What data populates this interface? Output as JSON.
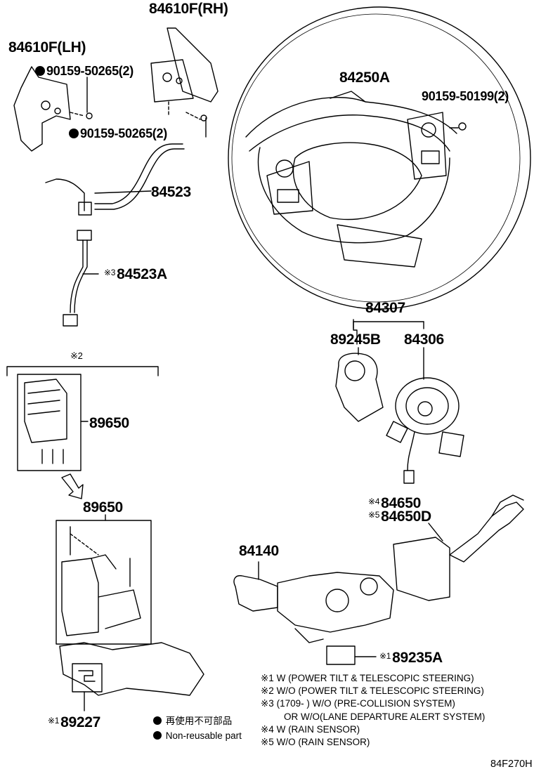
{
  "diagram": {
    "labels": {
      "paddle_rh": "84610F(RH)",
      "paddle_lh": "84610F(LH)",
      "screw_lh_top": "90159-50265(2)",
      "screw_lh_bottom": "90159-50265(2)",
      "wheel": "84250A",
      "wheel_screw": "90159-50199(2)",
      "harness": "84523",
      "harness_a_mark": "※3",
      "harness_a": "84523A",
      "group_mark": "※2",
      "module_top": "89650",
      "module_bottom": "89650",
      "spiral_assy": "84307",
      "sensor": "89245B",
      "spiral": "84306",
      "switch_a_mark": "※4",
      "switch_a": "84650",
      "switch_b_mark": "※5",
      "switch_b": "84650D",
      "combo_switch": "84140",
      "lower_switch_mark": "※1",
      "lower_switch": "89235A",
      "ecu_mark": "※1",
      "ecu": "89227"
    },
    "notes": [
      "※1 W (POWER TILT & TELESCOPIC STEERING)",
      "※2 W/O (POWER TILT & TELESCOPIC STEERING)",
      "※3 (1709-        ) W/O (PRE-COLLISION SYSTEM)",
      "OR W/O(LANE DEPARTURE ALERT SYSTEM)",
      "※4 W (RAIN SENSOR)",
      "※5 W/O (RAIN SENSOR)"
    ],
    "legend": {
      "jp": "再使用不可部品",
      "en": "Non-reusable part"
    },
    "code": "84F270H"
  }
}
